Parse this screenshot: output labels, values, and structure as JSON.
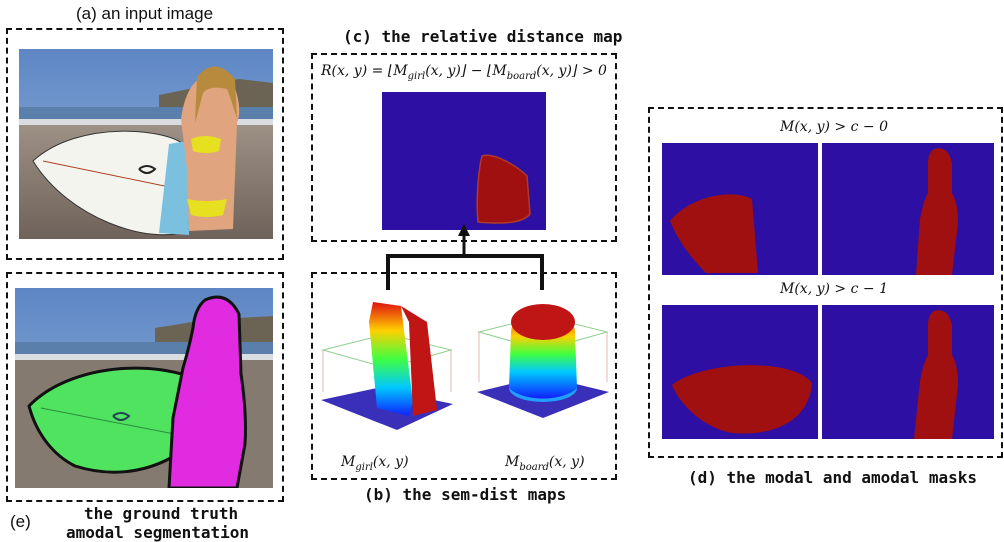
{
  "captions": {
    "a": "(a) an input image",
    "b": "(b) the sem-dist maps",
    "c": "(c) the relative distance map",
    "d": "(d) the modal and amodal masks",
    "e_tag": "(e)",
    "e_line1": "the ground truth",
    "e_line2": "amodal segmentation"
  },
  "formulas": {
    "relative": "R(x, y) = ⌊M_girl(x, y)⌋ − ⌊M_board(x, y)⌋ > 0",
    "modal_row0": "M(x, y) > c − 0",
    "modal_row1": "M(x, y) > c − 1",
    "m_girl": "M_girl(x, y)",
    "m_board": "M_board(x, y)"
  },
  "colors": {
    "mask_background": "#2e0fa3",
    "mask_foreground": "#a01010",
    "gt_board": "#4fe35f",
    "gt_girl": "#e02be0",
    "sky": "#5d86c4",
    "sand": "#8c7f72"
  }
}
